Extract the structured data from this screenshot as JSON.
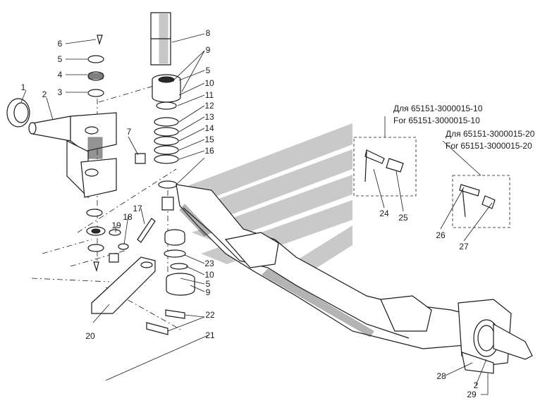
{
  "callouts": [
    {
      "id": "c1",
      "label": "1"
    },
    {
      "id": "c2a",
      "label": "2"
    },
    {
      "id": "c3",
      "label": "3"
    },
    {
      "id": "c4",
      "label": "4"
    },
    {
      "id": "c5a",
      "label": "5"
    },
    {
      "id": "c6",
      "label": "6"
    },
    {
      "id": "c7",
      "label": "7"
    },
    {
      "id": "c8",
      "label": "8"
    },
    {
      "id": "c9a",
      "label": "9"
    },
    {
      "id": "c5b",
      "label": "5"
    },
    {
      "id": "c10a",
      "label": "10"
    },
    {
      "id": "c11",
      "label": "11"
    },
    {
      "id": "c12",
      "label": "12"
    },
    {
      "id": "c13",
      "label": "13"
    },
    {
      "id": "c14",
      "label": "14"
    },
    {
      "id": "c15",
      "label": "15"
    },
    {
      "id": "c16",
      "label": "16"
    },
    {
      "id": "c17",
      "label": "17"
    },
    {
      "id": "c18",
      "label": "18"
    },
    {
      "id": "c19",
      "label": "19"
    },
    {
      "id": "c20",
      "label": "20"
    },
    {
      "id": "c21",
      "label": "21"
    },
    {
      "id": "c22",
      "label": "22"
    },
    {
      "id": "c23",
      "label": "23"
    },
    {
      "id": "c10b",
      "label": "10"
    },
    {
      "id": "c5c",
      "label": "5"
    },
    {
      "id": "c9b",
      "label": "9"
    },
    {
      "id": "c24",
      "label": "24"
    },
    {
      "id": "c25",
      "label": "25"
    },
    {
      "id": "c26",
      "label": "26"
    },
    {
      "id": "c27",
      "label": "27"
    },
    {
      "id": "c28",
      "label": "28"
    },
    {
      "id": "c2b",
      "label": "2"
    },
    {
      "id": "c29",
      "label": "29"
    }
  ],
  "variant_notes": {
    "v10": {
      "ru": "Для 65151-3000015-10",
      "en": "For 65151-3000015-10"
    },
    "v20": {
      "ru": "Для 65151-3000015-20",
      "en": "For 65151-3000015-20"
    }
  }
}
